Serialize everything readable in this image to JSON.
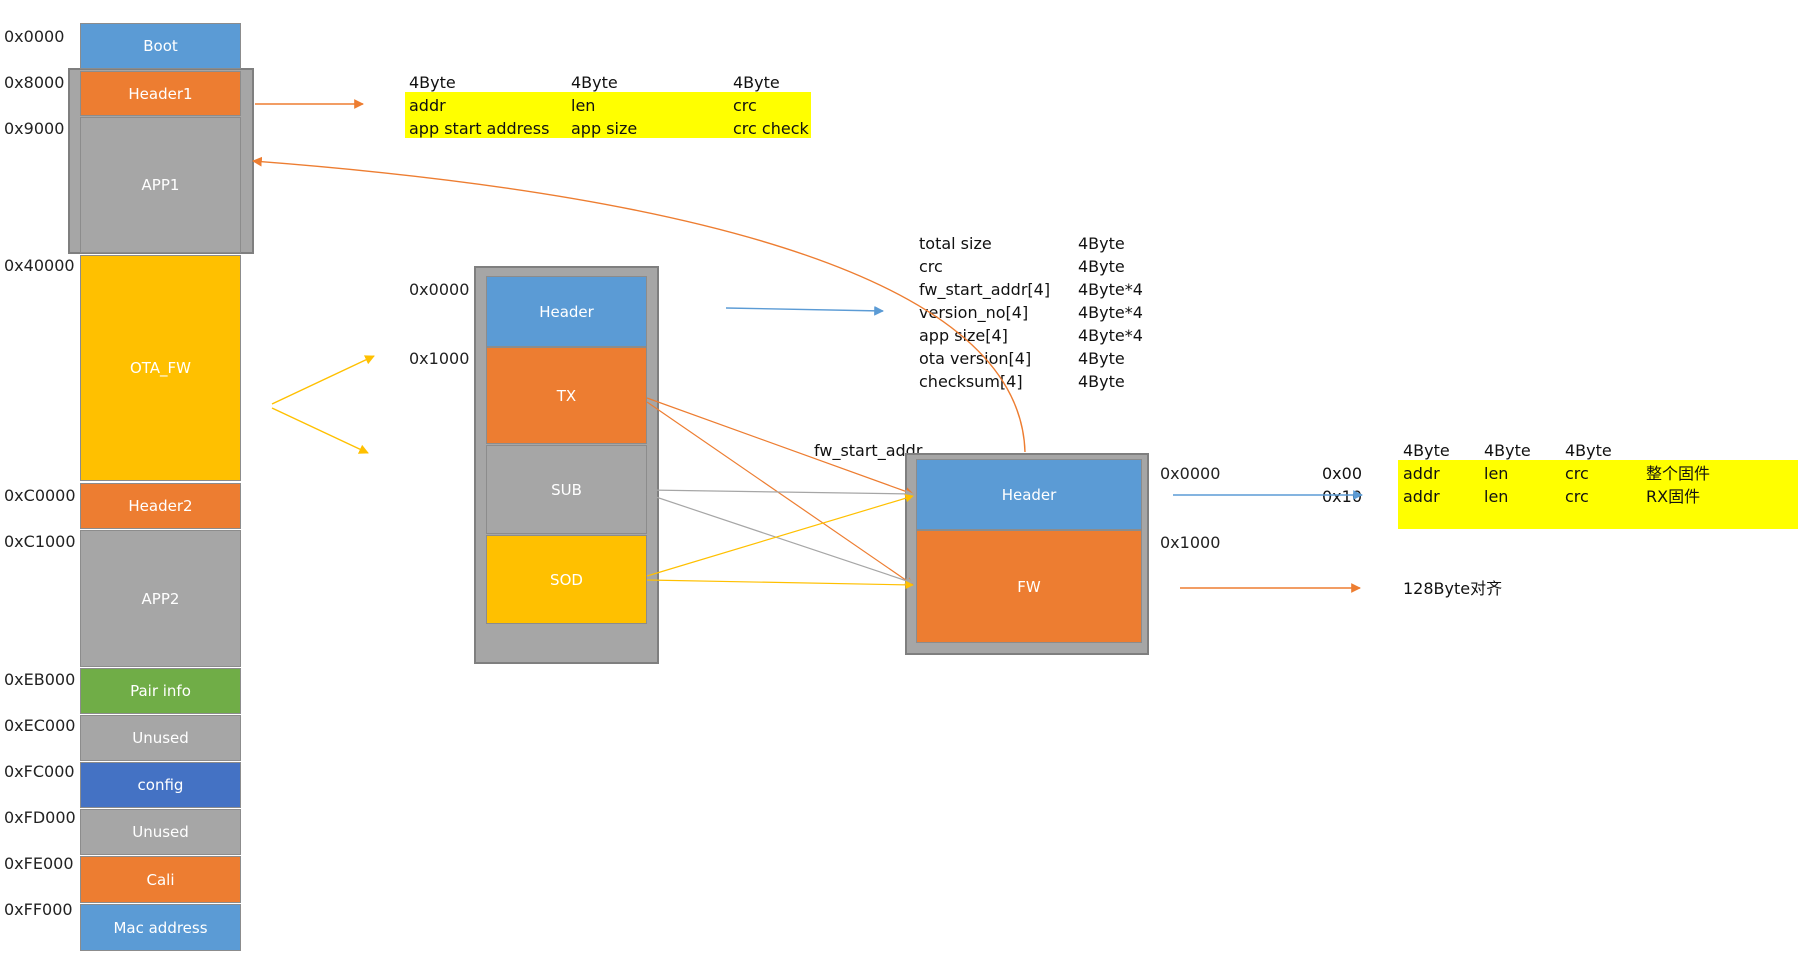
{
  "flash": {
    "blocks": [
      {
        "label": "Boot",
        "color": "#5b9bd5"
      },
      {
        "label": "Header1",
        "color": "#ed7d31"
      },
      {
        "label": "APP1",
        "color": "#a6a6a6"
      },
      {
        "label": "OTA_FW",
        "color": "#ffc000"
      },
      {
        "label": "Header2",
        "color": "#ed7d31"
      },
      {
        "label": "APP2",
        "color": "#a6a6a6"
      },
      {
        "label": "Pair info",
        "color": "#70ad47"
      },
      {
        "label": "Unused",
        "color": "#a6a6a6"
      },
      {
        "label": "config",
        "color": "#4472c4"
      },
      {
        "label": "Unused",
        "color": "#a6a6a6"
      },
      {
        "label": "Cali",
        "color": "#ed7d31"
      },
      {
        "label": "Mac address",
        "color": "#5b9bd5"
      }
    ],
    "addresses": [
      "0x0000",
      "0x8000",
      "0x9000",
      "0x40000",
      "0xC0000",
      "0xC1000",
      "0xEB000",
      "0xEC000",
      "0xFC000",
      "0xFD000",
      "0xFE000",
      "0xFF000"
    ]
  },
  "header1_table": {
    "sizes": [
      "4Byte",
      "4Byte",
      "4Byte"
    ],
    "fields": [
      "addr",
      "len",
      "crc"
    ],
    "descriptions": [
      "app start address",
      "app size",
      "crc check"
    ]
  },
  "ota_package": {
    "addresses": [
      "0x0000",
      "0x1000"
    ],
    "blocks": [
      {
        "label": "Header",
        "color": "#5b9bd5"
      },
      {
        "label": "TX",
        "color": "#ed7d31"
      },
      {
        "label": "SUB",
        "color": "#a6a6a6"
      },
      {
        "label": "SOD",
        "color": "#ffc000"
      }
    ]
  },
  "ota_header_fields": [
    {
      "name": "total size",
      "size": "4Byte"
    },
    {
      "name": "crc",
      "size": "4Byte"
    },
    {
      "name": "fw_start_addr[4]",
      "size": "4Byte*4"
    },
    {
      "name": "version_no[4]",
      "size": "4Byte*4"
    },
    {
      "name": "app size[4]",
      "size": "4Byte*4"
    },
    {
      "name": "ota version[4]",
      "size": "4Byte"
    },
    {
      "name": "checksum[4]",
      "size": "4Byte"
    }
  ],
  "fw_image": {
    "link_label": "fw_start_addr",
    "addresses": [
      "0x0000",
      "0x1000"
    ],
    "blocks": [
      {
        "label": "Header",
        "color": "#5b9bd5"
      },
      {
        "label": "FW",
        "color": "#ed7d31"
      }
    ]
  },
  "fw_header_table": {
    "sizes": [
      "4Byte",
      "4Byte",
      "4Byte"
    ],
    "offsets": [
      "0x00",
      "0x10"
    ],
    "rows": [
      [
        "addr",
        "len",
        "crc",
        "整个固件"
      ],
      [
        "addr",
        "len",
        "crc",
        "RX固件"
      ]
    ]
  },
  "fw_align_note": "128Byte对齐",
  "colors": {
    "arrow_orange": "#ed7d31",
    "arrow_blue": "#5b9bd5",
    "arrow_gold": "#ffc000",
    "arrow_gray": "#a6a6a6",
    "highlight": "#ffff00"
  }
}
